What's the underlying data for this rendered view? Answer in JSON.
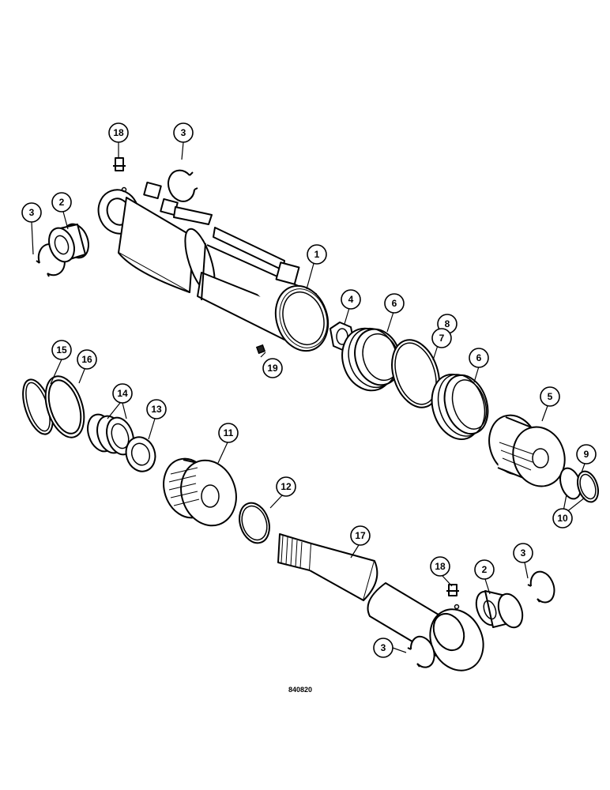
{
  "figure_code": "840820",
  "callouts": [
    {
      "id": "c1",
      "label": "1"
    },
    {
      "id": "c2a",
      "label": "2"
    },
    {
      "id": "c2b",
      "label": "2"
    },
    {
      "id": "c3a",
      "label": "3"
    },
    {
      "id": "c3b",
      "label": "3"
    },
    {
      "id": "c3c",
      "label": "3"
    },
    {
      "id": "c3d",
      "label": "3"
    },
    {
      "id": "c4",
      "label": "4"
    },
    {
      "id": "c5",
      "label": "5"
    },
    {
      "id": "c6a",
      "label": "6"
    },
    {
      "id": "c6b",
      "label": "6"
    },
    {
      "id": "c7",
      "label": "7"
    },
    {
      "id": "c8",
      "label": "8"
    },
    {
      "id": "c9",
      "label": "9"
    },
    {
      "id": "c10",
      "label": "10"
    },
    {
      "id": "c11",
      "label": "11"
    },
    {
      "id": "c12",
      "label": "12"
    },
    {
      "id": "c13",
      "label": "13"
    },
    {
      "id": "c14",
      "label": "14"
    },
    {
      "id": "c15",
      "label": "15"
    },
    {
      "id": "c16",
      "label": "16"
    },
    {
      "id": "c17",
      "label": "17"
    },
    {
      "id": "c18a",
      "label": "18"
    },
    {
      "id": "c18b",
      "label": "18"
    },
    {
      "id": "c19",
      "label": "19"
    }
  ]
}
